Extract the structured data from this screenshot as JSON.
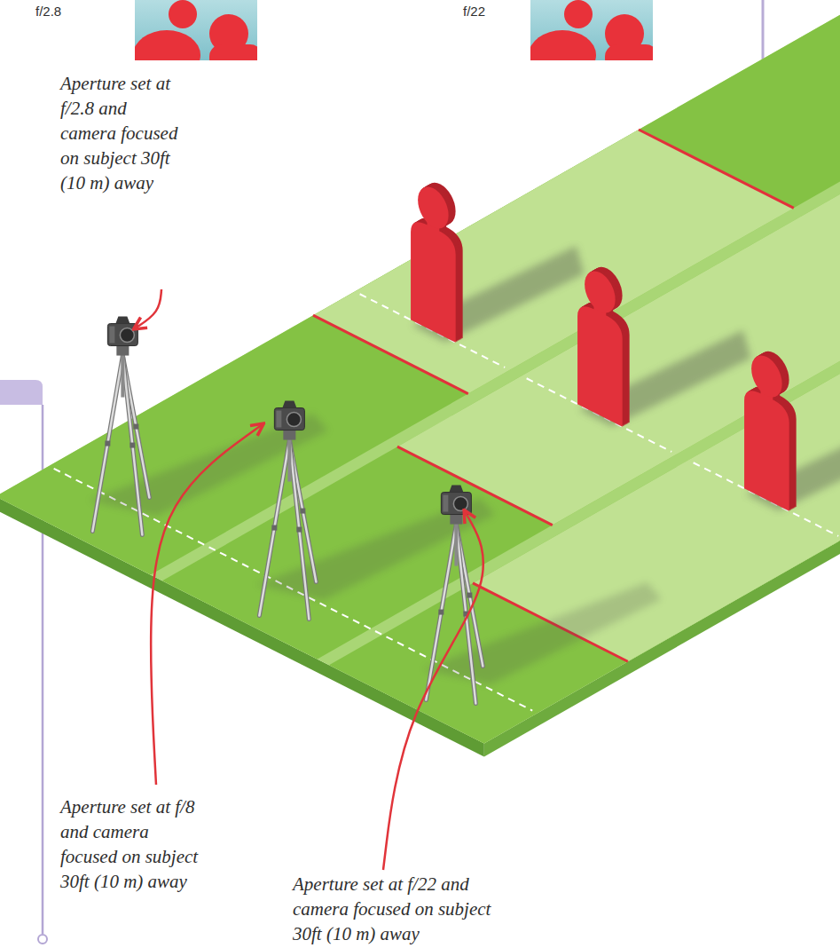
{
  "diagram": {
    "labels": [
      "f/2.8",
      "f/22",
      "Aperture set at f/2.8 and camera focused on subject 30ft (10 m) away",
      "Aperture set at f/8 and camera focused on subject 30ft (10 m) away",
      "Aperture set at f/22 and camera focused on subject 30ft (10 m) away"
    ]
  }
}
